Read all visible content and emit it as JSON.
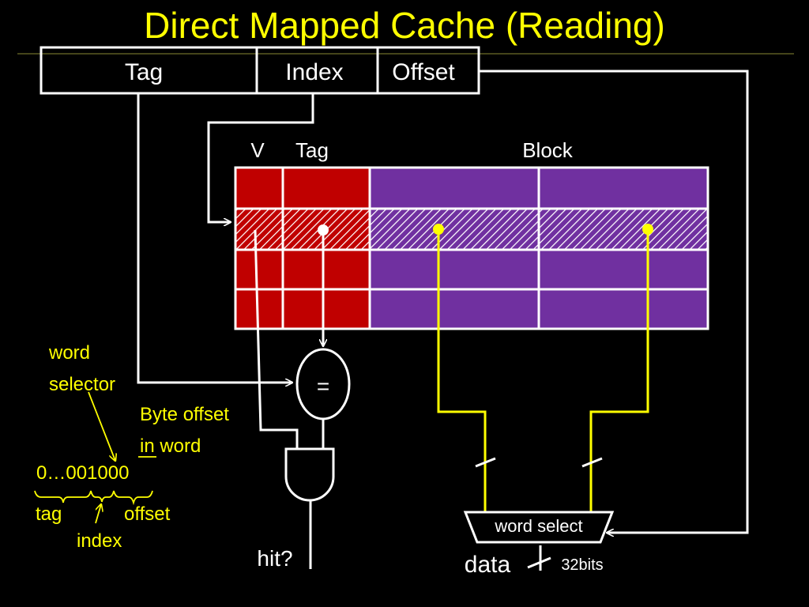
{
  "title": "Direct Mapped Cache (Reading)",
  "address_fields": [
    "Tag",
    "Index",
    "Offset"
  ],
  "cache_headers": {
    "valid": "V",
    "tag": "Tag",
    "block": "Block"
  },
  "comparator_label": "=",
  "labels": {
    "word_selector": [
      "word",
      "selector"
    ],
    "byte_offset": [
      "Byte offset",
      "in word"
    ],
    "address_example": "0…001000",
    "tag": "tag",
    "index": "index",
    "offset": "offset",
    "hit": "hit?",
    "word_select": "word select",
    "data": "data",
    "bits": "32bits"
  },
  "colors": {
    "background": "#000000",
    "title": "#ffff00",
    "annotation": "#ffff00",
    "tag_cells": "#c00000",
    "block_cells": "#7030a0",
    "wire": "#ffffff",
    "data_wire": "#ffff00"
  }
}
